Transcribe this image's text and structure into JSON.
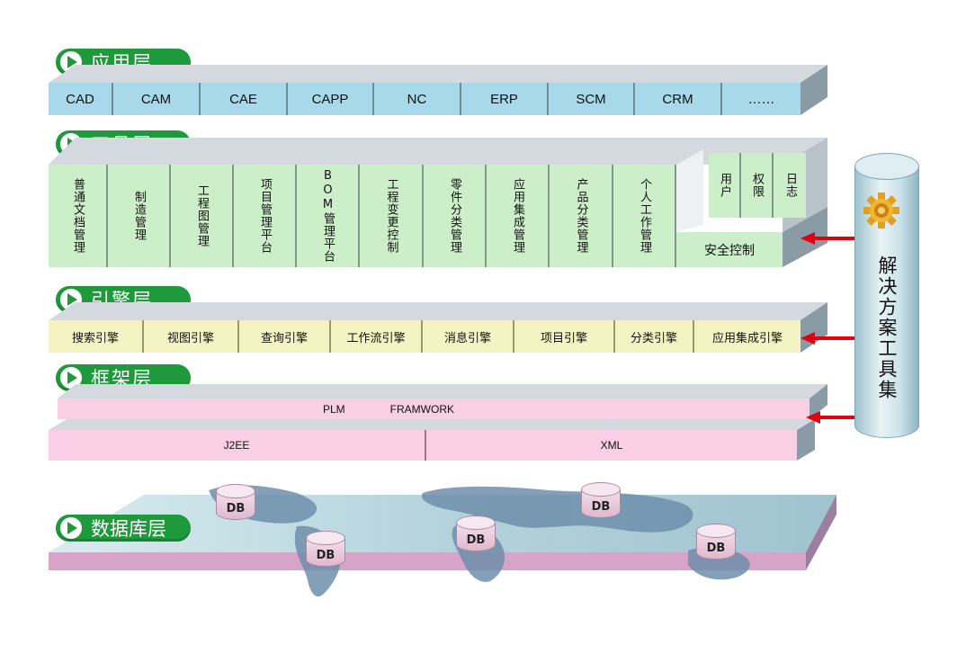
{
  "layers": {
    "app": {
      "title": "应用层",
      "items": [
        "CAD",
        "CAM",
        "CAE",
        "CAPP",
        "NC",
        "ERP",
        "SCM",
        "CRM",
        "……"
      ]
    },
    "tools": {
      "title": "工具层",
      "items": [
        "普通文档管理",
        "制造管理",
        "工程图管理",
        "项目管理平台",
        "BOM管理平台",
        "工程变更控制",
        "零件分类管理",
        "应用集成管理",
        "产品分类管理",
        "个人工作管理"
      ],
      "security": {
        "label": "安全控制",
        "items": [
          "用户",
          "权限",
          "日志"
        ]
      }
    },
    "engine": {
      "title": "引擎层",
      "items": [
        "搜索引擎",
        "视图引擎",
        "查询引擎",
        "工作流引擎",
        "消息引擎",
        "项目引擎",
        "分类引擎",
        "应用集成引擎"
      ]
    },
    "framework": {
      "title": "框架层",
      "plm": "PLM",
      "framwork": "FRAMWORK",
      "j2ee": "J2EE",
      "xml": "XML"
    },
    "database": {
      "title": "数据库层",
      "db_label": "DB"
    }
  },
  "solution_tools": {
    "label": "解决方案工具集",
    "icon": "gear-icon"
  },
  "colors": {
    "tag_green": "#1e9a3c",
    "app_blue": "#a7d9ea",
    "tool_green": "#ccefc9",
    "engine_yellow": "#f4f3c4",
    "framework_pink": "#f9cfe5",
    "arrow_red": "#e00010"
  }
}
